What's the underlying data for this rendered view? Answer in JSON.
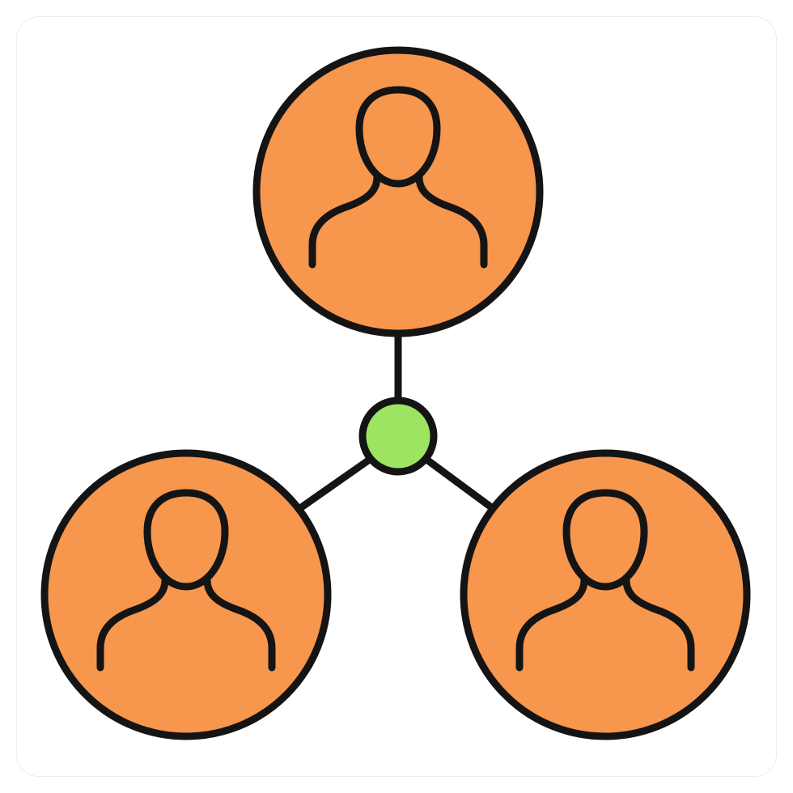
{
  "icon": {
    "name": "team-network-icon",
    "colors": {
      "person_fill": "#f7964d",
      "hub_fill": "#9de463",
      "outline": "#141414",
      "background": "#ffffff",
      "frame_border": "#ececec"
    },
    "nodes": [
      {
        "name": "user-node-top",
        "icon": "user-icon"
      },
      {
        "name": "user-node-bottom-left",
        "icon": "user-icon"
      },
      {
        "name": "user-node-bottom-right",
        "icon": "user-icon"
      }
    ],
    "hub": {
      "name": "connection-hub",
      "icon": "hub-dot-icon"
    }
  }
}
